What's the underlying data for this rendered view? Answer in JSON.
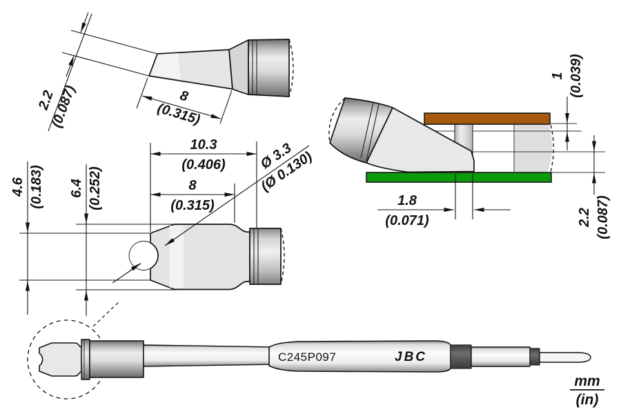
{
  "drawing": {
    "model": "C245P097",
    "brand": "JBC",
    "legend": {
      "primary_unit": "mm",
      "secondary_unit": "(in)"
    },
    "views": {
      "side": {
        "blade_thickness": {
          "mm": "2.2",
          "in": "(0.087)"
        },
        "blade_length": {
          "mm": "8",
          "in": "(0.315)"
        }
      },
      "top": {
        "overall_length": {
          "mm": "10.3",
          "in": "(0.406)"
        },
        "blade_length": {
          "mm": "8",
          "in": "(0.315)"
        },
        "fork_width": {
          "mm": "4.6",
          "in": "(0.183)"
        },
        "body_width": {
          "mm": "6.4",
          "in": "(0.252)"
        },
        "notch_diameter": {
          "mm": "Ø 3.3",
          "in": "(Ø 0.130)"
        }
      },
      "application": {
        "top_clearance": {
          "mm": "1",
          "in": "(0.039)"
        },
        "pin_width": {
          "mm": "1.8",
          "in": "(0.071)"
        },
        "tip_thickness": {
          "mm": "2.2",
          "in": "(0.087)"
        }
      }
    },
    "colors": {
      "top_board": "#a5590d",
      "bottom_board": "#0b9b0b",
      "line": "#111111"
    }
  }
}
